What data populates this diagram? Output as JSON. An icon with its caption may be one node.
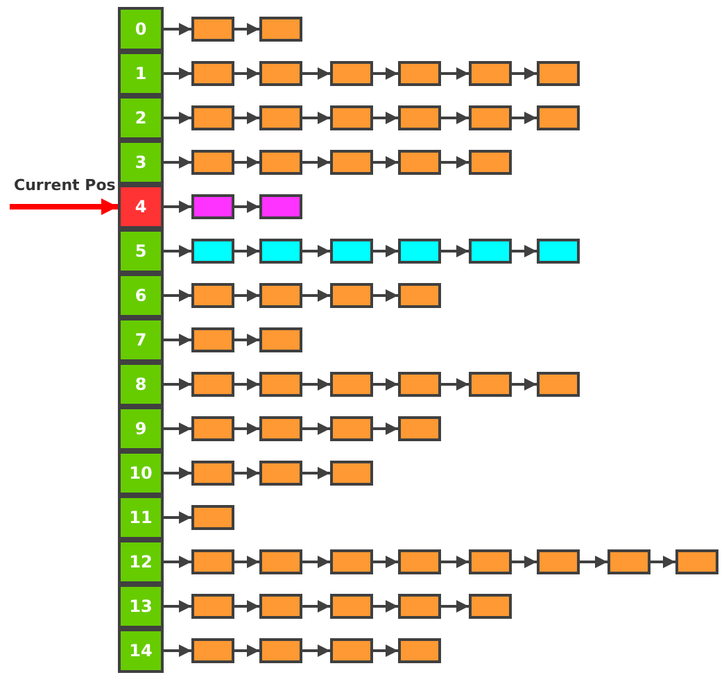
{
  "diagram": {
    "nodes": [
      {
        "text": [
          "0"
        ]
      },
      {
        "text": [
          "1"
        ]
      },
      {
        "text": [
          "2"
        ]
      },
      {
        "text": [
          "3"
        ]
      },
      {
        "text": [
          "4"
        ]
      },
      {
        "text": [
          "5"
        ]
      },
      {
        "text": [
          "6"
        ]
      },
      {
        "text": [
          "7"
        ]
      },
      {
        "text": [
          "8"
        ]
      },
      {
        "text": [
          "9"
        ]
      },
      {
        "text": [
          "10"
        ]
      },
      {
        "text": [
          "11"
        ]
      },
      {
        "text": [
          "12"
        ]
      },
      {
        "text": [
          "13"
        ]
      },
      {
        "text": [
          "14"
        ]
      },
      {
        "text": [],
        "shape": "box"
      },
      {
        "text": [],
        "shape": "box"
      },
      {
        "text": [],
        "shape": "box"
      },
      {
        "text": [],
        "shape": "box"
      },
      {
        "text": [],
        "shape": "box"
      },
      {
        "text": [],
        "shape": "box"
      },
      {
        "text": [],
        "shape": "box"
      },
      {
        "text": [],
        "shape": "box"
      },
      {
        "text": [],
        "shape": "box"
      },
      {
        "text": [],
        "shape": "box"
      },
      {
        "text": [],
        "shape": "box"
      },
      {
        "text": [],
        "shape": "box"
      },
      {
        "text": [],
        "shape": "box"
      },
      {
        "text": [],
        "shape": "box"
      },
      {
        "text": [],
        "shape": "box"
      },
      {
        "text": [],
        "shape": "box"
      },
      {
        "text": [],
        "shape": "box"
      },
      {
        "text": [],
        "shape": "box"
      },
      {
        "text": [],
        "shape": "box"
      },
      {
        "text": [],
        "shape": "box"
      },
      {
        "text": [],
        "shape": "box"
      },
      {
        "text": [],
        "shape": "box"
      },
      {
        "text": [],
        "shape": "box"
      },
      {
        "text": [],
        "shape": "box"
      },
      {
        "text": [],
        "shape": "box"
      },
      {
        "text": [],
        "shape": "box"
      },
      {
        "text": [],
        "shape": "box"
      },
      {
        "text": [],
        "shape": "box"
      },
      {
        "text": [],
        "shape": "box"
      },
      {
        "text": [],
        "shape": "box"
      },
      {
        "text": [],
        "shape": "box"
      },
      {
        "text": [],
        "shape": "box"
      },
      {
        "text": [],
        "shape": "box"
      },
      {
        "text": [],
        "shape": "box"
      },
      {
        "text": [],
        "shape": "box"
      },
      {
        "text": [],
        "shape": "box"
      },
      {
        "text": [],
        "shape": "box"
      },
      {
        "text": [],
        "shape": "box"
      },
      {
        "text": [],
        "shape": "box"
      },
      {
        "text": [],
        "shape": "box"
      },
      {
        "text": [],
        "shape": "box"
      },
      {
        "text": [],
        "shape": "box"
      },
      {
        "text": [],
        "shape": "box"
      },
      {
        "text": [],
        "shape": "box"
      },
      {
        "text": [],
        "shape": "box"
      },
      {
        "text": [],
        "shape": "box"
      },
      {
        "text": [],
        "shape": "box"
      },
      {
        "text": [],
        "shape": "box"
      },
      {
        "text": [],
        "shape": "box"
      },
      {
        "text": [],
        "shape": "box"
      },
      {
        "text": [],
        "shape": "box"
      },
      {
        "text": [],
        "shape": "box"
      },
      {
        "text": [],
        "shape": "box"
      },
      {
        "text": [],
        "shape": "box"
      },
      {
        "text": [],
        "shape": "box"
      },
      {
        "text": [],
        "shape": "box"
      },
      {
        "text": [],
        "shape": "box"
      },
      {
        "text": [],
        "shape": "box"
      },
      {
        "text": [],
        "shape": "box"
      },
      {
        "text": [],
        "shape": "box"
      },
      {
        "text": [],
        "shape": "box"
      },
      {
        "text": [],
        "shape": "box"
      },
      {
        "text": [],
        "shape": "box"
      },
      {
        "text": [],
        "shape": "box"
      }
    ],
    "edges": [
      {
        "from": null,
        "to": 4,
        "arrow": "to",
        "label": "Current Pos",
        "style": "thick",
        "color": "#ff0000"
      },
      {
        "from": 0,
        "to": 15,
        "arrow": "to"
      },
      {
        "from": 15,
        "to": 16,
        "arrow": "to"
      },
      {
        "from": 1,
        "to": 17,
        "arrow": "to"
      },
      {
        "from": 17,
        "to": 18,
        "arrow": "to"
      },
      {
        "from": 18,
        "to": 19,
        "arrow": "to"
      },
      {
        "from": 19,
        "to": 20,
        "arrow": "to"
      },
      {
        "from": 20,
        "to": 21,
        "arrow": "to"
      },
      {
        "from": 21,
        "to": 22,
        "arrow": "to"
      },
      {
        "from": 2,
        "to": 23,
        "arrow": "to"
      },
      {
        "from": 23,
        "to": 24,
        "arrow": "to"
      },
      {
        "from": 24,
        "to": 25,
        "arrow": "to"
      },
      {
        "from": 25,
        "to": 26,
        "arrow": "to"
      },
      {
        "from": 26,
        "to": 27,
        "arrow": "to"
      },
      {
        "from": 27,
        "to": 28,
        "arrow": "to"
      },
      {
        "from": 3,
        "to": 29,
        "arrow": "to"
      },
      {
        "from": 29,
        "to": 30,
        "arrow": "to"
      },
      {
        "from": 30,
        "to": 31,
        "arrow": "to"
      },
      {
        "from": 31,
        "to": 32,
        "arrow": "to"
      },
      {
        "from": 32,
        "to": 33,
        "arrow": "to"
      },
      {
        "from": 4,
        "to": 34,
        "arrow": "to"
      },
      {
        "from": 34,
        "to": 35,
        "arrow": "to"
      },
      {
        "from": 5,
        "to": 36,
        "arrow": "to"
      },
      {
        "from": 36,
        "to": 37,
        "arrow": "to"
      },
      {
        "from": 37,
        "to": 38,
        "arrow": "to"
      },
      {
        "from": 38,
        "to": 39,
        "arrow": "to"
      },
      {
        "from": 39,
        "to": 40,
        "arrow": "to"
      },
      {
        "from": 40,
        "to": 41,
        "arrow": "to"
      },
      {
        "from": 6,
        "to": 42,
        "arrow": "to"
      },
      {
        "from": 42,
        "to": 43,
        "arrow": "to"
      },
      {
        "from": 43,
        "to": 44,
        "arrow": "to"
      },
      {
        "from": 44,
        "to": 45,
        "arrow": "to"
      },
      {
        "from": 7,
        "to": 46,
        "arrow": "to"
      },
      {
        "from": 46,
        "to": 47,
        "arrow": "to"
      },
      {
        "from": 8,
        "to": 48,
        "arrow": "to"
      },
      {
        "from": 48,
        "to": 49,
        "arrow": "to"
      },
      {
        "from": 49,
        "to": 50,
        "arrow": "to"
      },
      {
        "from": 50,
        "to": 51,
        "arrow": "to"
      },
      {
        "from": 51,
        "to": 52,
        "arrow": "to"
      },
      {
        "from": 52,
        "to": 53,
        "arrow": "to"
      },
      {
        "from": 9,
        "to": 54,
        "arrow": "to"
      },
      {
        "from": 54,
        "to": 55,
        "arrow": "to"
      },
      {
        "from": 55,
        "to": 56,
        "arrow": "to"
      },
      {
        "from": 56,
        "to": 57,
        "arrow": "to"
      },
      {
        "from": 10,
        "to": 58,
        "arrow": "to"
      },
      {
        "from": 58,
        "to": 59,
        "arrow": "to"
      },
      {
        "from": 59,
        "to": 60,
        "arrow": "to"
      },
      {
        "from": 11,
        "to": 61,
        "arrow": "to"
      },
      {
        "from": 12,
        "to": 62,
        "arrow": "to"
      },
      {
        "from": 62,
        "to": 63,
        "arrow": "to"
      },
      {
        "from": 63,
        "to": 64,
        "arrow": "to"
      },
      {
        "from": 64,
        "to": 65,
        "arrow": "to"
      },
      {
        "from": 65,
        "to": 66,
        "arrow": "to"
      },
      {
        "from": 66,
        "to": 67,
        "arrow": "to"
      },
      {
        "from": 67,
        "to": 68,
        "arrow": "to"
      },
      {
        "from": 68,
        "to": 69,
        "arrow": "to"
      },
      {
        "from": 13,
        "to": 70,
        "arrow": "to"
      },
      {
        "from": 70,
        "to": 71,
        "arrow": "to"
      },
      {
        "from": 71,
        "to": 72,
        "arrow": "to"
      },
      {
        "from": 72,
        "to": 73,
        "arrow": "to"
      },
      {
        "from": 73,
        "to": 74,
        "arrow": "to"
      },
      {
        "from": 14,
        "to": 75,
        "arrow": "to"
      },
      {
        "from": 75,
        "to": 76,
        "arrow": "to"
      },
      {
        "from": 76,
        "to": 77,
        "arrow": "to"
      },
      {
        "from": 77,
        "to": 78,
        "arrow": "to"
      }
    ]
  }
}
